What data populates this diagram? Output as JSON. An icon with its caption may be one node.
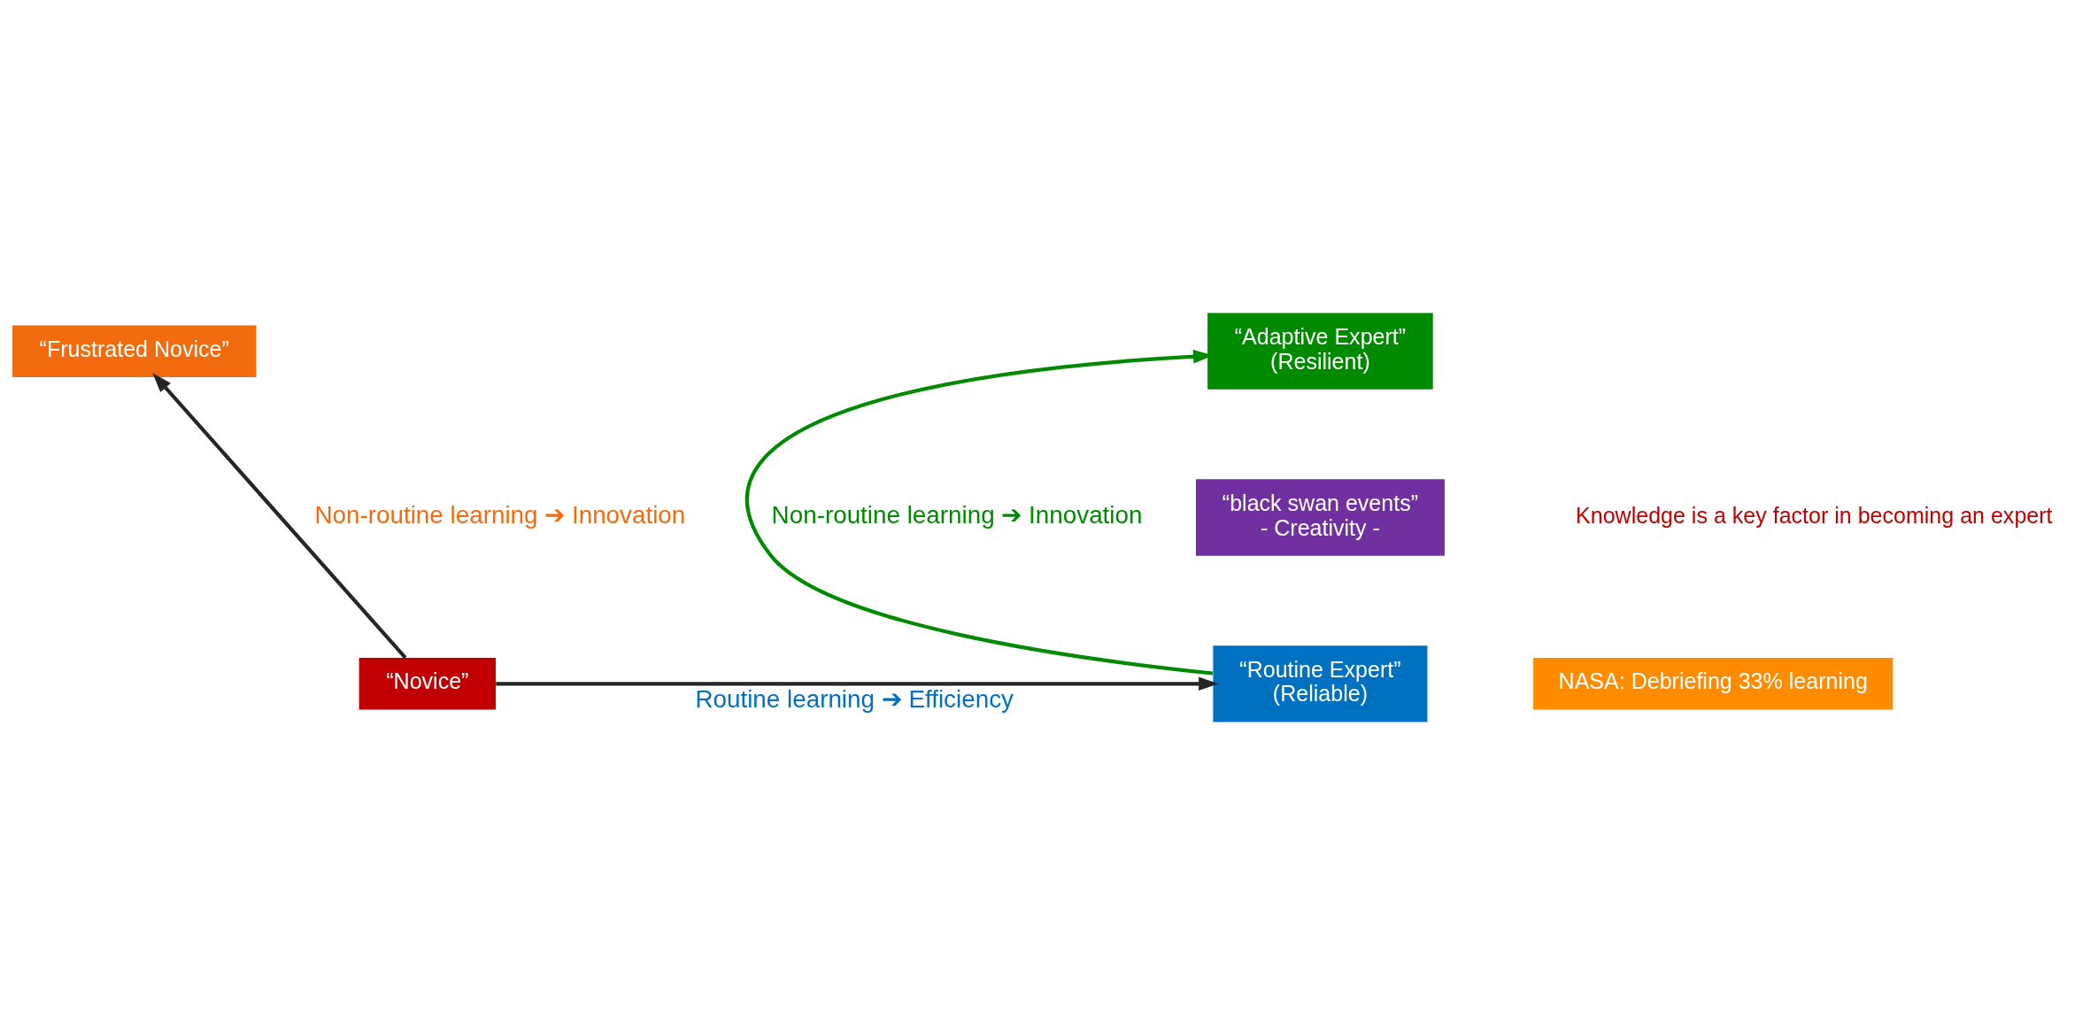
{
  "diagram": {
    "nodes": [
      {
        "text": [
          "“Frustrated Novice”"
        ]
      },
      {
        "text": [
          "“Adaptive Expert”",
          "(Resilient)"
        ]
      },
      {
        "text": [
          "“black swan events”",
          "- Creativity -"
        ]
      },
      {
        "text": [
          "“Novice”"
        ]
      },
      {
        "text": [
          "“Routine Expert”",
          "(Reliable)"
        ]
      },
      {
        "text": [
          "NASA: Debriefing 33% learning"
        ]
      }
    ],
    "edges": [
      {
        "from": 3,
        "to": 0,
        "arrow": "to",
        "label": "Non-routine learning ➔ Innovation"
      },
      {
        "from": 3,
        "to": 4,
        "arrow": "to",
        "label": "Routine learning ➔ Efficiency"
      },
      {
        "from": 4,
        "to": 1,
        "arrow": "to",
        "label": "Non-routine learning ➔ Innovation",
        "color": "#008a00"
      }
    ],
    "labels": [
      "Knowledge is a key factor in becoming an expert"
    ]
  }
}
